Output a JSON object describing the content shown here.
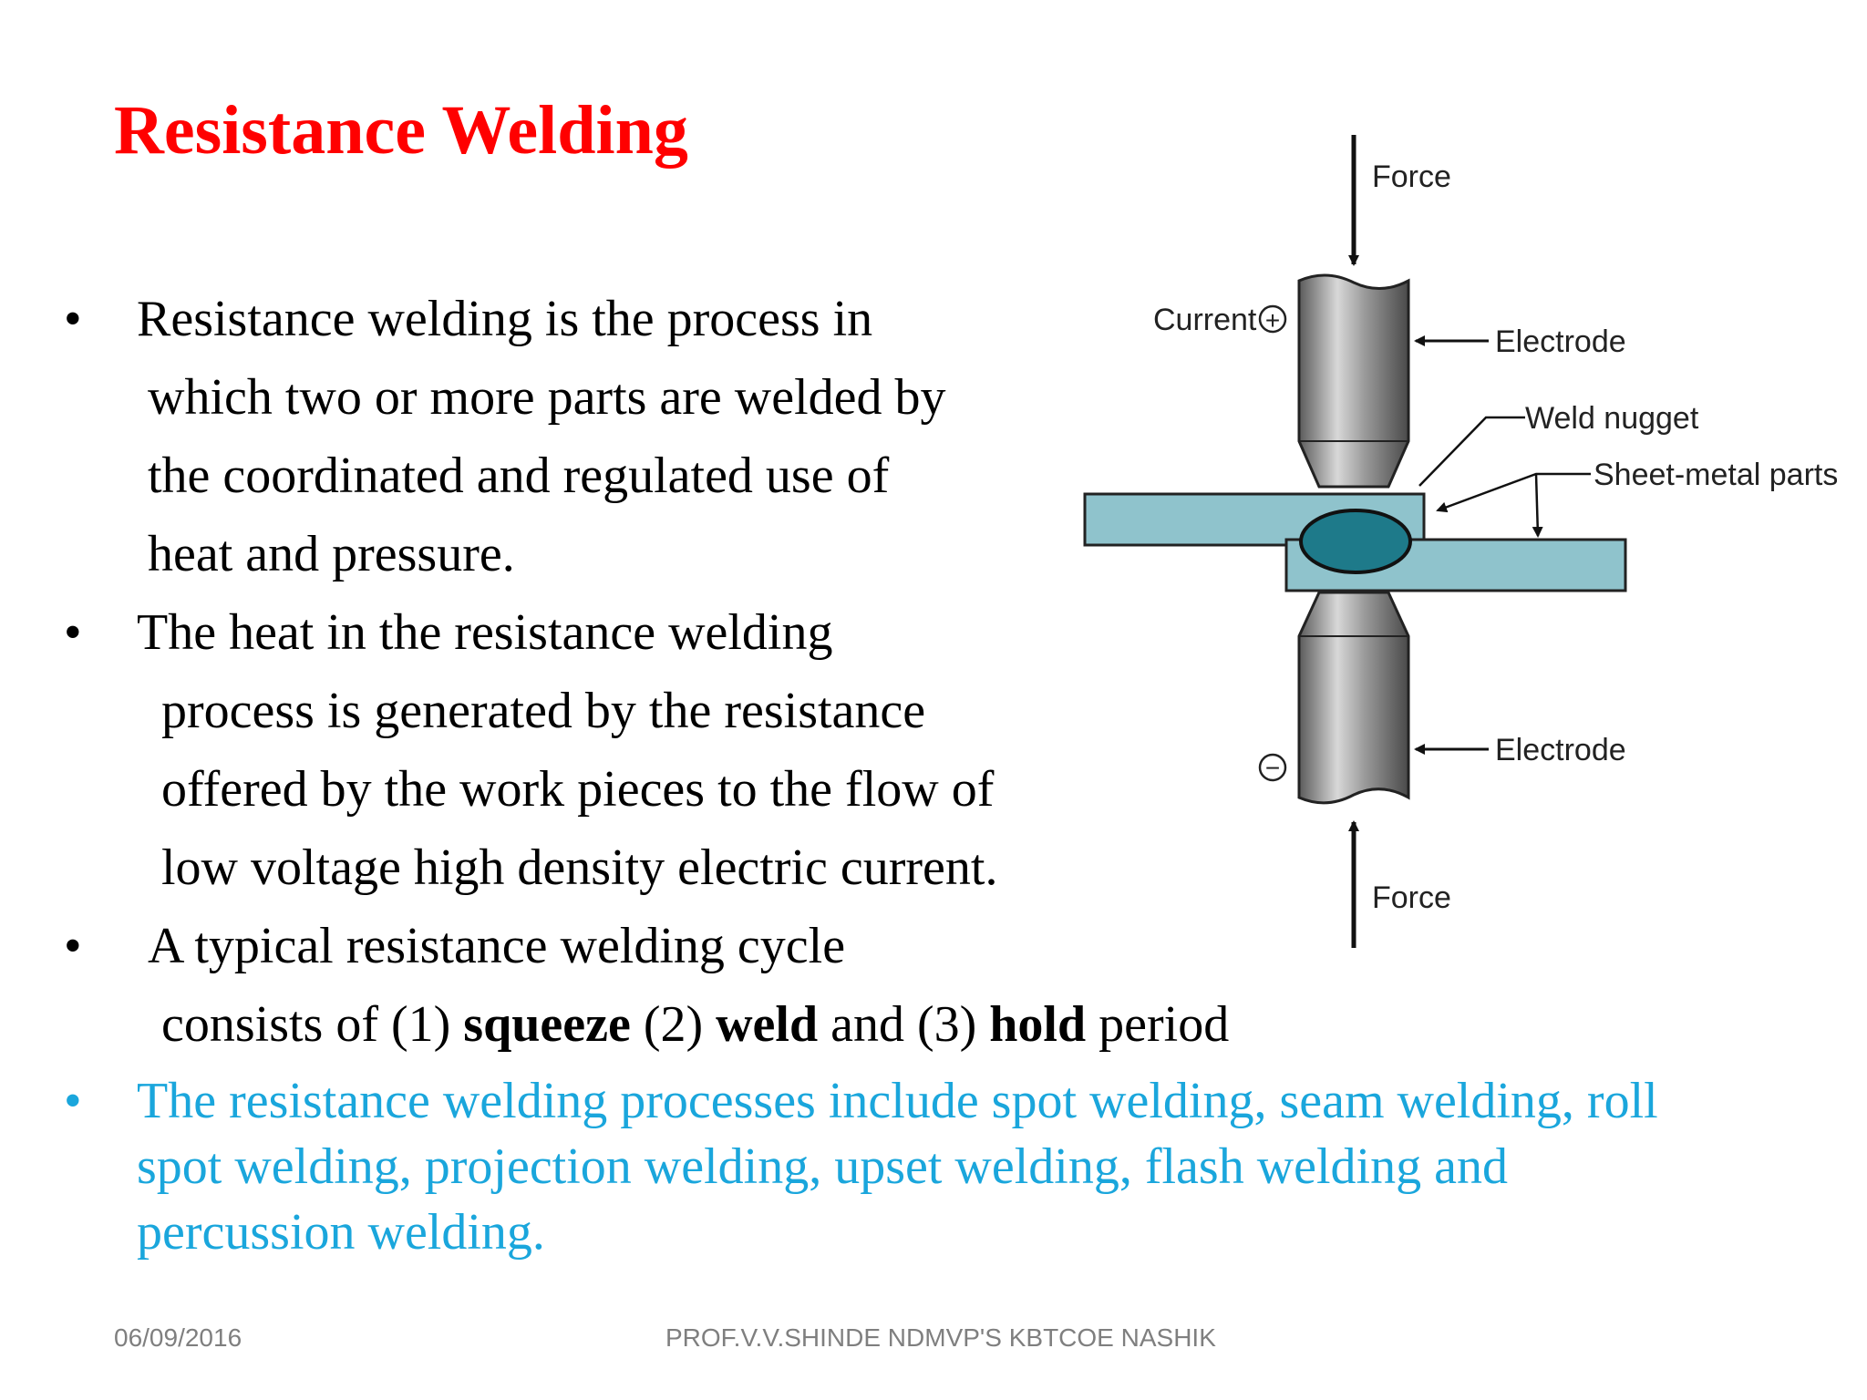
{
  "title": "Resistance Welding",
  "bullets": [
    {
      "lines": [
        "Resistance welding is the process in",
        "which two or more parts are welded by",
        "the coordinated and regulated use of",
        "heat and pressure."
      ]
    },
    {
      "lines": [
        "The heat in the resistance welding",
        "process is generated by the resistance",
        "offered by the work pieces to the flow of",
        "low voltage high density electric current."
      ]
    },
    {
      "lines": [
        "A typical resistance welding cycle"
      ],
      "cycle": {
        "prefix": "consists of (1) ",
        "squeeze": "squeeze",
        "p2": " (2) ",
        "weld": "weld",
        "p3": " and (3) ",
        "hold": "hold",
        "suffix": " period"
      }
    },
    {
      "lines": [
        "The resistance welding processes include spot welding, seam welding, roll",
        "spot welding, projection welding, upset welding, flash welding and",
        "percussion welding."
      ]
    }
  ],
  "bullet_char": "•",
  "diagram": {
    "force_top": "Force",
    "force_bottom": "Force",
    "current": "Current",
    "plus": "+",
    "minus": "−",
    "electrode_top": "Electrode",
    "electrode_bottom": "Electrode",
    "weld_nugget": "Weld nugget",
    "sheet_metal": "Sheet-metal parts"
  },
  "footer": {
    "date": "06/09/2016",
    "author": "PROF.V.V.SHINDE NDMVP'S KBTCOE NASHIK"
  },
  "colors": {
    "title": "#ff0000",
    "body": "#000000",
    "highlight": "#1aa6dc",
    "footer": "#7f7f7f",
    "sheet": "#8fc3cc",
    "nugget": "#1e7a8a"
  }
}
